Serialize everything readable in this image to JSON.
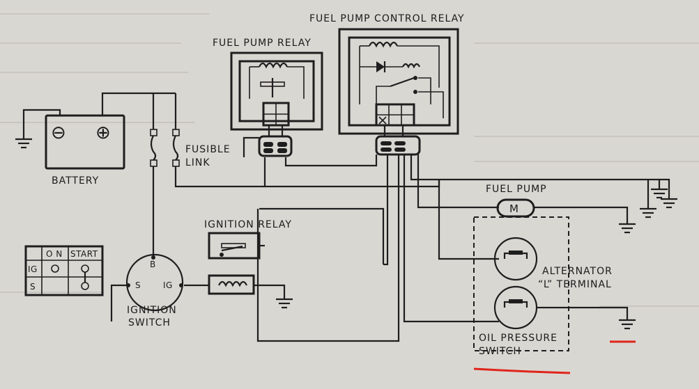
{
  "labels": {
    "fuel_pump_control_relay": "FUEL PUMP CONTROL RELAY",
    "fuel_pump_relay": "FUEL PUMP RELAY",
    "fusible": "FUSIBLE",
    "link": "LINK",
    "battery": "BATTERY",
    "ignition_relay": "IGNITION RELAY",
    "fuel_pump": "FUEL PUMP",
    "alternator_1": "ALTERNATOR",
    "alternator_2": "“L” TERMINAL",
    "oil_pressure_1": "OIL PRESSURE",
    "oil_pressure_2": "SWITCH",
    "ignition_1": "IGNITION",
    "ignition_2": "SWITCH",
    "sw_b": "B",
    "sw_s": "S",
    "sw_ig": "IG",
    "motor": "M",
    "battery_neg": "⊖",
    "battery_pos": "⊕"
  },
  "switch_table": {
    "headers": [
      "",
      "O N",
      "START"
    ],
    "rows": [
      "IG",
      "S"
    ]
  },
  "colors": {
    "paper": "#d9d7d2",
    "ink": "#1e1e1e",
    "annotation": "#e0241b"
  }
}
